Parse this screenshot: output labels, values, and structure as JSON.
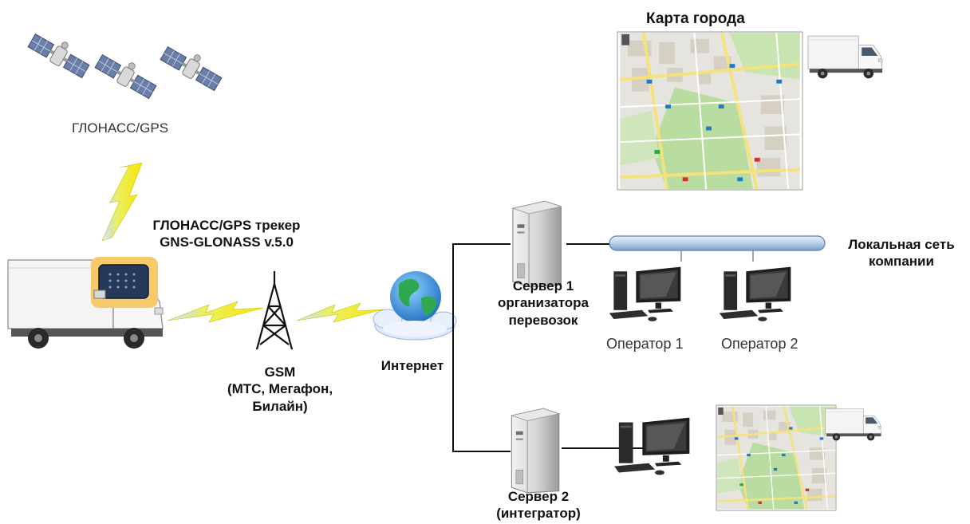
{
  "labels": {
    "gnss": "ГЛОНАСС/GPS",
    "tracker_line1": "ГЛОНАСС/GPS трекер",
    "tracker_line2": "GNS-GLONASS v.5.0",
    "gsm_line1": "GSM",
    "gsm_line2": "(МТС, Мегафон,",
    "gsm_line3": "Билайн)",
    "internet": "Интернет",
    "server1_line1": "Сервер 1",
    "server1_line2": "организатора",
    "server1_line3": "перевозок",
    "server2_line1": "Сервер 2",
    "server2_line2": "(интегратор)",
    "lan_line1": "Локальная  сеть",
    "lan_line2": "компании",
    "operator1": "Оператор  1",
    "operator2": "Оператор  2",
    "city_map": "Карта города"
  },
  "colors": {
    "lightning": "#f2e600",
    "bus_pipe": "#b9cfe8",
    "map_green": "#b9dca0",
    "map_gray": "#e6e4df",
    "globe_blue": "#2c8fd8",
    "cloud": "#dfe9fb",
    "tracker_bg": "#f6c96a",
    "server_gray": "#c7c7c7"
  },
  "icons": {
    "satellite": "satellite-icon",
    "truck": "truck-icon",
    "tracker": "gps-tracker-icon",
    "tower": "cell-tower-icon",
    "globe": "globe-cloud-icon",
    "server": "server-icon",
    "workstation": "workstation-icon",
    "map": "city-map-icon"
  }
}
